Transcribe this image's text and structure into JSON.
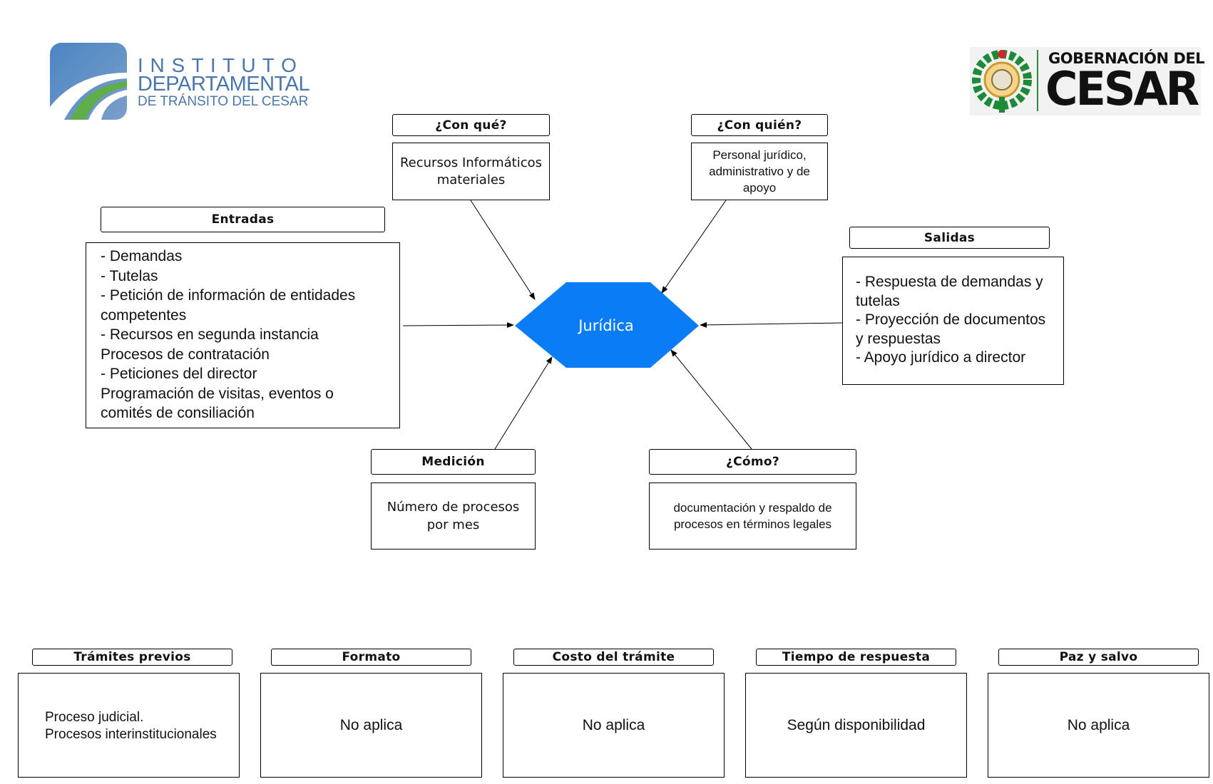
{
  "logo_left": {
    "line1": "I N S T I T U T O",
    "line2": "DEPARTAMENTAL",
    "line3": "DE TRÁNSITO DEL CESAR"
  },
  "logo_right": {
    "line1": "GOBERNACIÓN DEL",
    "line2": "CESAR"
  },
  "center": {
    "label": "Jurídica",
    "color": "#0a7cf5"
  },
  "con_que": {
    "title": "¿Con qué?",
    "body": "Recursos Informáticos materiales"
  },
  "con_quien": {
    "title": "¿Con quién?",
    "body": "Personal jurídico, administrativo y de apoyo"
  },
  "entradas": {
    "title": "Entradas",
    "items": [
      "- Demandas",
      "- Tutelas",
      "- Petición de información de entidades competentes",
      "- Recursos en segunda instancia",
      "Procesos de contratación",
      "- Peticiones del director",
      "Programación de visitas, eventos o comités de consiliación"
    ]
  },
  "salidas": {
    "title": "Salidas",
    "items": [
      "- Respuesta de demandas y tutelas",
      "- Proyección de documentos y respuestas",
      "- Apoyo jurídico a director"
    ]
  },
  "medicion": {
    "title": "Medición",
    "body": "Número de procesos por mes"
  },
  "como": {
    "title": "¿Cómo?",
    "body": "documentación y respaldo de procesos en términos legales"
  },
  "bottom": [
    {
      "title": "Trámites previos",
      "body": [
        "Proceso judicial.",
        "Procesos interinstitucionales"
      ]
    },
    {
      "title": "Formato",
      "body": [
        "No aplica"
      ]
    },
    {
      "title": "Costo del trámite",
      "body": [
        "No aplica"
      ]
    },
    {
      "title": "Tiempo de respuesta",
      "body": [
        "Según disponibilidad"
      ]
    },
    {
      "title": "Paz y salvo",
      "body": [
        "No aplica"
      ]
    }
  ]
}
